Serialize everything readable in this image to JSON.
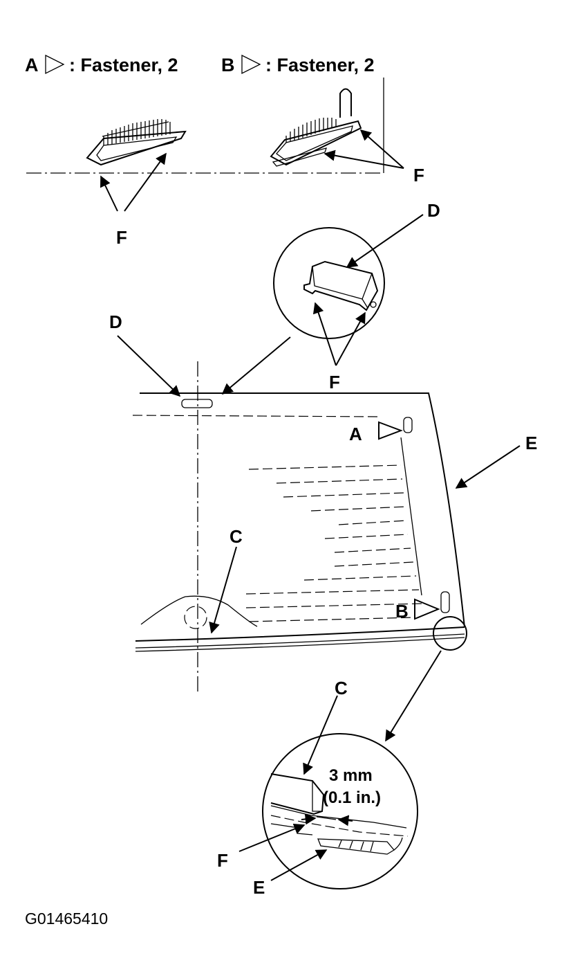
{
  "legend": {
    "a": {
      "letter": "A",
      "text": ": Fastener, 2"
    },
    "b": {
      "letter": "B",
      "text": ": Fastener, 2"
    }
  },
  "callouts": {
    "f_top_left": "F",
    "f_top_right": "F",
    "d_detail": "D",
    "f_detail": "F",
    "d_window": "D",
    "a_window": "A",
    "e_window": "E",
    "c_window": "C",
    "b_window": "B",
    "c_bottom": "C",
    "f_bottom": "F",
    "e_bottom": "E"
  },
  "dimension": {
    "metric": "3 mm",
    "imperial": "(0.1 in.)"
  },
  "figure_code": "G01465410"
}
